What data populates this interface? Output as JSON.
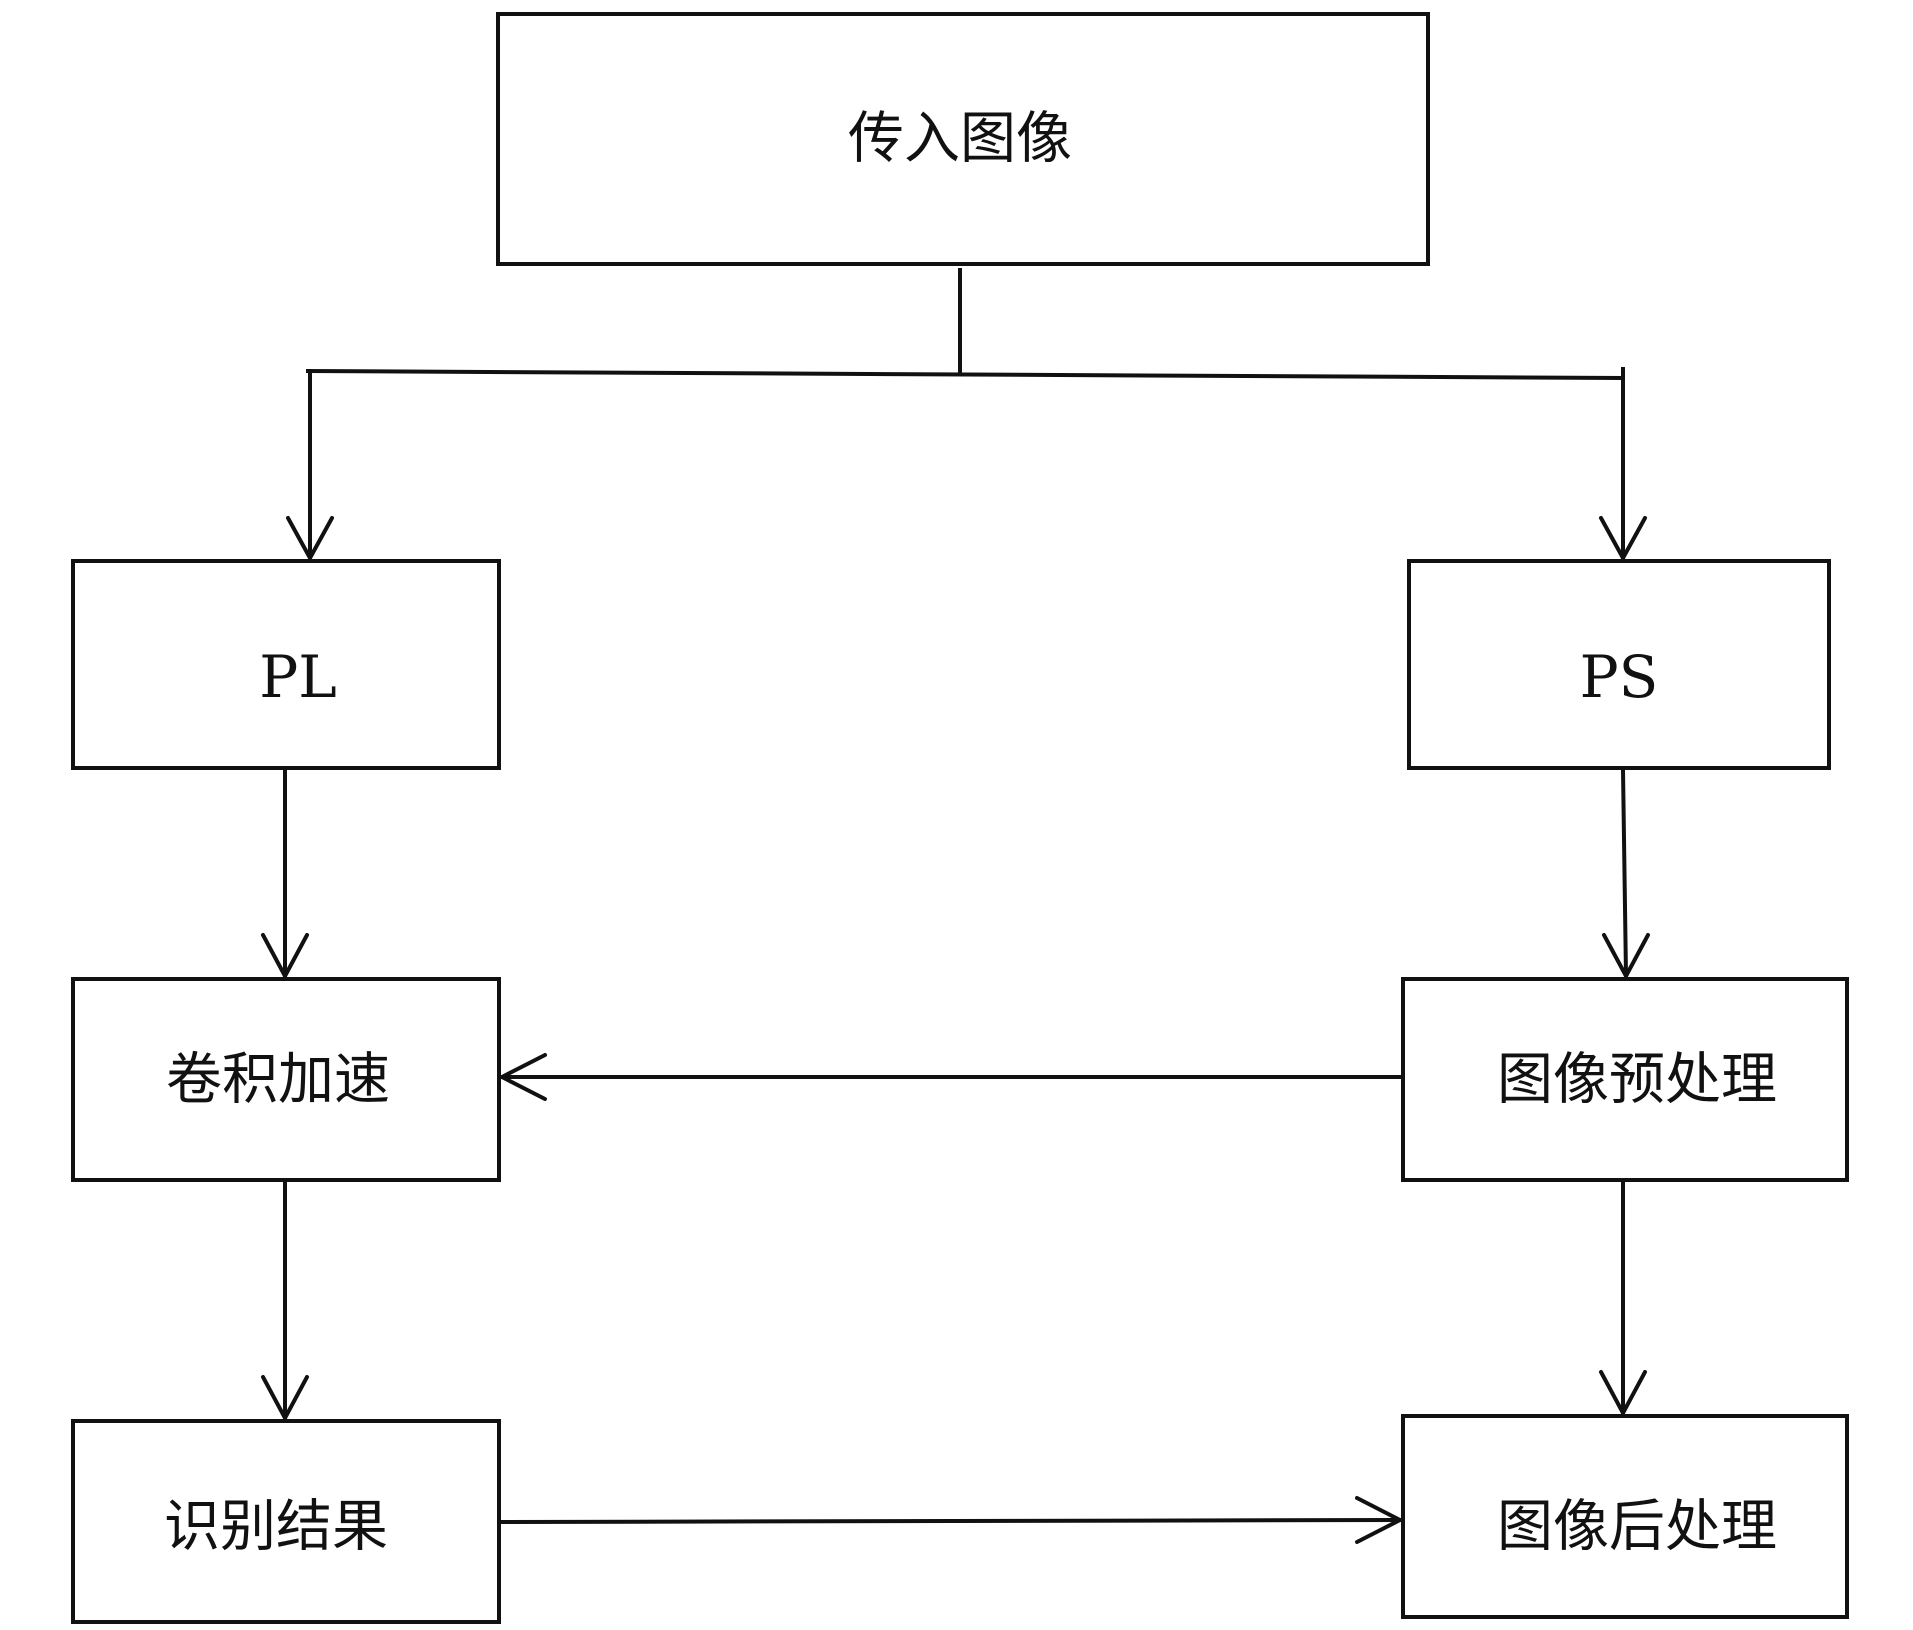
{
  "diagram": {
    "type": "flowchart",
    "nodes": {
      "input_image": {
        "label": "传入图像"
      },
      "pl": {
        "label": "PL"
      },
      "ps": {
        "label": "PS"
      },
      "conv_accel": {
        "label": "卷积加速"
      },
      "img_preprocess": {
        "label": "图像预处理"
      },
      "recog_result": {
        "label": "识别结果"
      },
      "img_postprocess": {
        "label": "图像后处理"
      }
    },
    "edges": [
      {
        "from": "input_image",
        "to": "pl"
      },
      {
        "from": "input_image",
        "to": "ps"
      },
      {
        "from": "pl",
        "to": "conv_accel"
      },
      {
        "from": "ps",
        "to": "img_preprocess"
      },
      {
        "from": "img_preprocess",
        "to": "conv_accel"
      },
      {
        "from": "conv_accel",
        "to": "recog_result"
      },
      {
        "from": "img_preprocess",
        "to": "img_postprocess"
      },
      {
        "from": "recog_result",
        "to": "img_postprocess"
      }
    ]
  }
}
